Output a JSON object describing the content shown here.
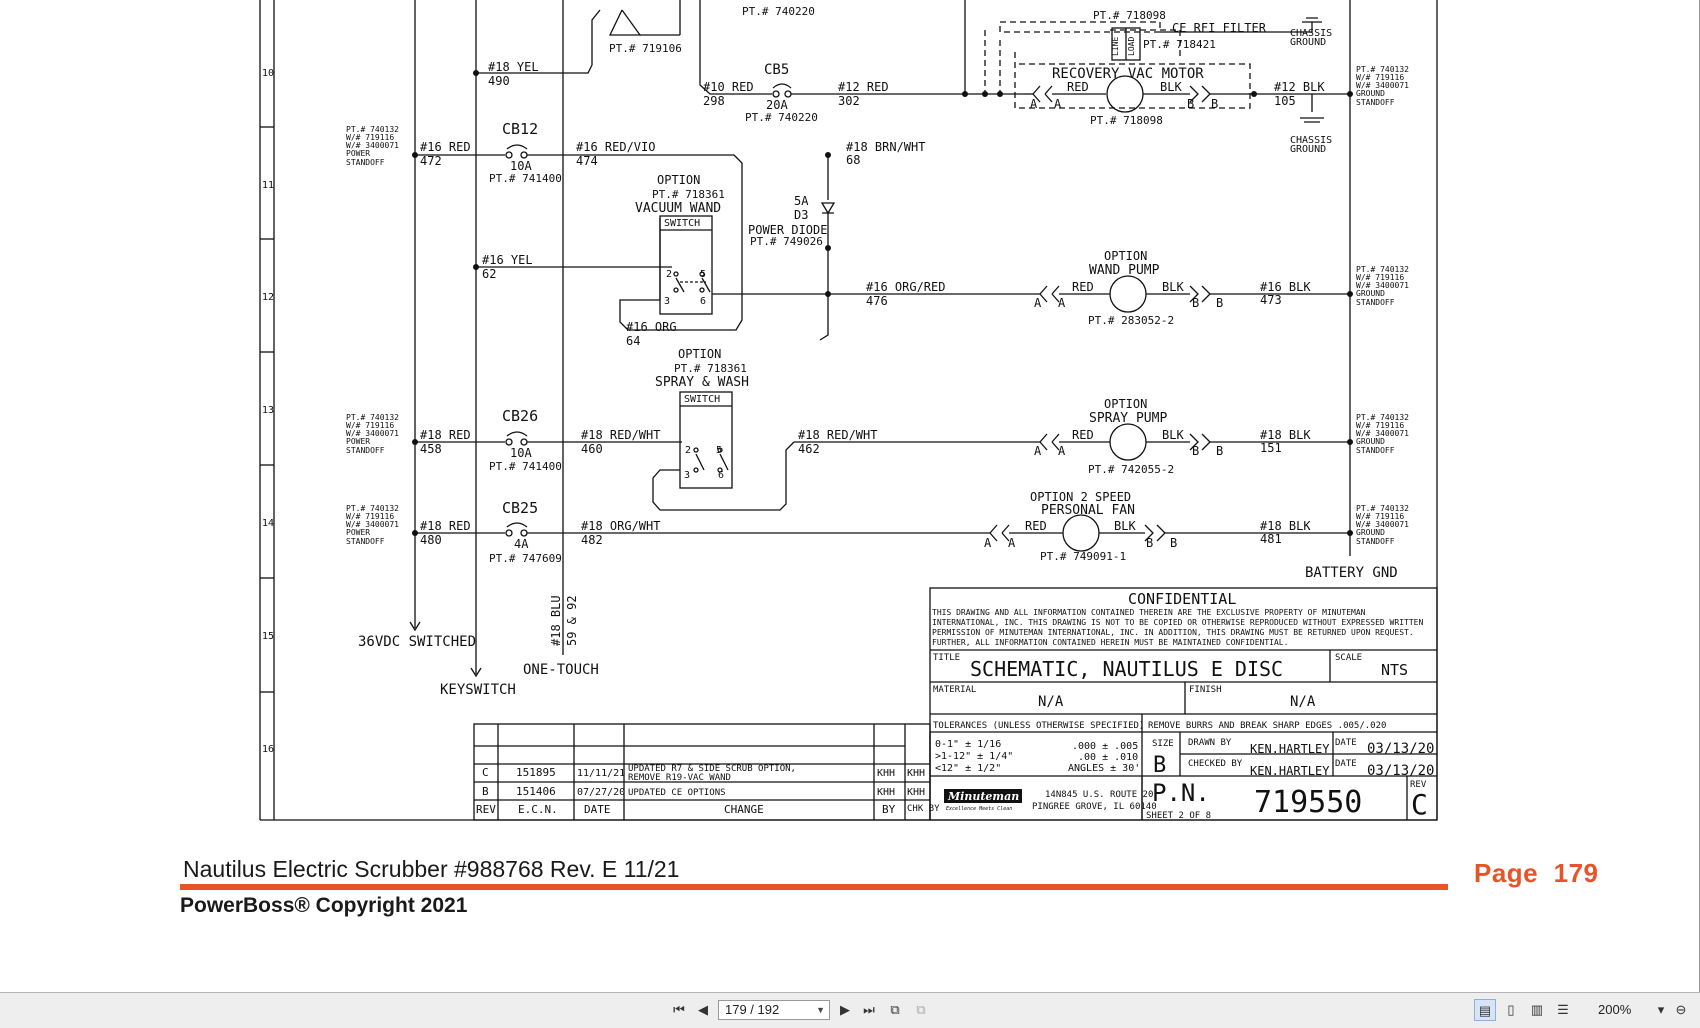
{
  "viewer": {
    "page_indicator": "179 / 192",
    "zoom": "200%",
    "icons": [
      "first-page-icon",
      "previous-page-icon",
      "next-page-icon",
      "last-page-icon",
      "two-page-icon",
      "continuous-icon",
      "single-page-view-icon",
      "scroll-view-icon",
      "facing-view-icon",
      "book-view-icon",
      "zoom-out-icon"
    ]
  },
  "footer": {
    "title": "Nautilus Electric Scrubber #988768 Rev. E 11/21",
    "copyright": "PowerBoss® Copyright 2021",
    "page_label": "Page",
    "page_number": "179",
    "accent_color": "#e8542a"
  },
  "schematic": {
    "row_numbers": [
      "10",
      "11",
      "12",
      "13",
      "14",
      "15",
      "16"
    ],
    "top": {
      "pt_740220_top": "PT.# 740220",
      "pt_719106": "PT.# 719106",
      "pt_718098_top": "PT.# 718098",
      "ce_rfi_filter": "CE RFI FILTER",
      "pt_718421": "PT.# 718421",
      "line": "LINE",
      "load": "LOAD",
      "chassis_ground": "CHASSIS",
      "ground": "GROUND",
      "wire_18_yel": "#18 YEL",
      "wire_490": "490",
      "cb5": "CB5",
      "wire_10_red": "#10 RED",
      "wire_298": "298",
      "cb5_rating": "20A",
      "wire_12_red": "#12 RED",
      "wire_302": "302",
      "pt_740220": "PT.# 740220",
      "recovery_vac_motor": "RECOVERY VAC MOTOR",
      "red": "RED",
      "blk": "BLK",
      "a": "A",
      "b": "B",
      "pt_718098": "PT.# 718098",
      "wire_12_blk": "#12 BLK",
      "wire_105": "105"
    },
    "standoff": {
      "line1": "PT.# 740132",
      "line2": "W/# 719116",
      "line3": "W/# 3400071",
      "power": "POWER",
      "ground": "GROUND",
      "standoff": "STANDOFF"
    },
    "row11": {
      "wire_16_red": "#16 RED",
      "wire_472": "472",
      "cb12": "CB12",
      "cb12_rating": "10A",
      "pt_741400": "PT.# 741400",
      "wire_16_red_vio": "#16 RED/VIO",
      "wire_474": "474",
      "wire_18_brn_wht": "#18 BRN/WHT",
      "wire_68": "68",
      "option": "OPTION",
      "pt_718361": "PT.# 718361",
      "vacuum_wand": "VACUUM WAND",
      "switch": "SWITCH",
      "d3_rating": "5A",
      "d3": "D3",
      "power_diode": "POWER DIODE",
      "pt_749026": "PT.# 749026"
    },
    "row12": {
      "wire_16_yel": "#16 YEL",
      "wire_62": "62",
      "wire_16_org_red": "#16 ORG/RED",
      "wire_476": "476",
      "option": "OPTION",
      "wand_pump": "WAND PUMP",
      "pt_283052_2": "PT.# 283052-2",
      "wire_16_blk": "#16 BLK",
      "wire_473": "473",
      "wire_16_org": "#16 ORG",
      "wire_64": "64"
    },
    "row13": {
      "option": "OPTION",
      "pt_718361": "PT.# 718361",
      "spray_wash": "SPRAY & WASH",
      "switch": "SWITCH",
      "wire_18_red": "#18 RED",
      "wire_458": "458",
      "cb26": "CB26",
      "cb26_rating": "10A",
      "pt_741400": "PT.# 741400",
      "wire_18_red_wht": "#18 RED/WHT",
      "wire_460": "460",
      "wire_462": "462",
      "spray_pump": "SPRAY PUMP",
      "pt_742055_2": "PT.# 742055-2",
      "wire_18_blk": "#18 BLK",
      "wire_151": "151"
    },
    "row14": {
      "option_2_speed": "OPTION 2 SPEED",
      "personal_fan": "PERSONAL FAN",
      "wire_18_red": "#18 RED",
      "wire_480": "480",
      "cb25": "CB25",
      "cb25_rating": "4A",
      "pt_747609": "PT.# 747609",
      "wire_18_org_wht": "#18 ORG/WHT",
      "wire_482": "482",
      "pt_749091_1": "PT.# 749091-1",
      "wire_18_blk": "#18 BLK",
      "wire_481": "481",
      "battery_gnd": "BATTERY GND"
    },
    "bottom": {
      "wire_18_blu": "#18 BLU",
      "wire_59_92": "59 & 92",
      "vdc_switched": "36VDC SWITCHED",
      "keyswitch": "KEYSWITCH",
      "one_touch": "ONE-TOUCH"
    },
    "title_block": {
      "confidential": "CONFIDENTIAL",
      "notice": [
        "THIS DRAWING AND ALL INFORMATION CONTAINED THEREIN ARE THE EXCLUSIVE PROPERTY OF MINUTEMAN",
        "INTERNATIONAL, INC. THIS DRAWING IS NOT TO BE COPIED OR OTHERWISE REPRODUCED WITHOUT EXPRESSED WRITTEN",
        "PERMISSION OF MINUTEMAN INTERNATIONAL, INC. IN ADDITION, THIS DRAWING MUST BE RETURNED UPON REQUEST.",
        "FURTHER, ALL INFORMATION CONTAINED HEREIN MUST BE MAINTAINED CONFIDENTIAL."
      ],
      "title_label": "TITLE",
      "title": "SCHEMATIC, NAUTILUS E DISC",
      "scale_label": "SCALE",
      "scale": "NTS",
      "material_label": "MATERIAL",
      "material": "N/A",
      "finish_label": "FINISH",
      "finish": "N/A",
      "tolerances": "TOLERANCES (UNLESS OTHERWISE SPECIFIED)",
      "burrs": "REMOVE BURRS AND BREAK SHARP EDGES .005/.020",
      "tol_1": "0-1\"   ± 1/16",
      "tol_2": ">1-12\"  ± 1/4\"",
      "tol_3": "<12\"   ± 1/2\"",
      "tol_4": ".000 ± .005",
      "tol_5": ".00 ± .010",
      "tol_6": "ANGLES ± 30'",
      "size_label": "SIZE",
      "size": "B",
      "drawn_by_label": "DRAWN BY",
      "drawn_by": "KEN.HARTLEY",
      "checked_by_label": "CHECKED BY",
      "checked_by": "KEN.HARTLEY",
      "date_label": "DATE",
      "drawn_date": "03/13/20",
      "checked_date": "03/13/20",
      "company": "Minuteman",
      "tagline": "Excellence Meets Clean",
      "address_1": "14N845 U.S. ROUTE 20",
      "address_2": "PINGREE GROVE, IL 60140",
      "pn_label": "P.N.",
      "pn": "719550",
      "rev_label": "REV",
      "rev": "C",
      "sheet": "SHEET  2  OF  8"
    },
    "revisions": {
      "headers": [
        "REV",
        "E.C.N.",
        "DATE",
        "CHANGE",
        "BY",
        "CHK BY"
      ],
      "rows": [
        {
          "rev": "C",
          "ecn": "151895",
          "date": "11/11/21",
          "change_1": "UPDATED R7 & SIDE SCRUB OPTION,",
          "change_2": "REMOVE R19-VAC WAND",
          "by": "KHH",
          "chk": "KHH"
        },
        {
          "rev": "B",
          "ecn": "151406",
          "date": "07/27/20",
          "change_1": "UPDATED CE OPTIONS",
          "change_2": "",
          "by": "KHH",
          "chk": "KHH"
        }
      ]
    }
  }
}
